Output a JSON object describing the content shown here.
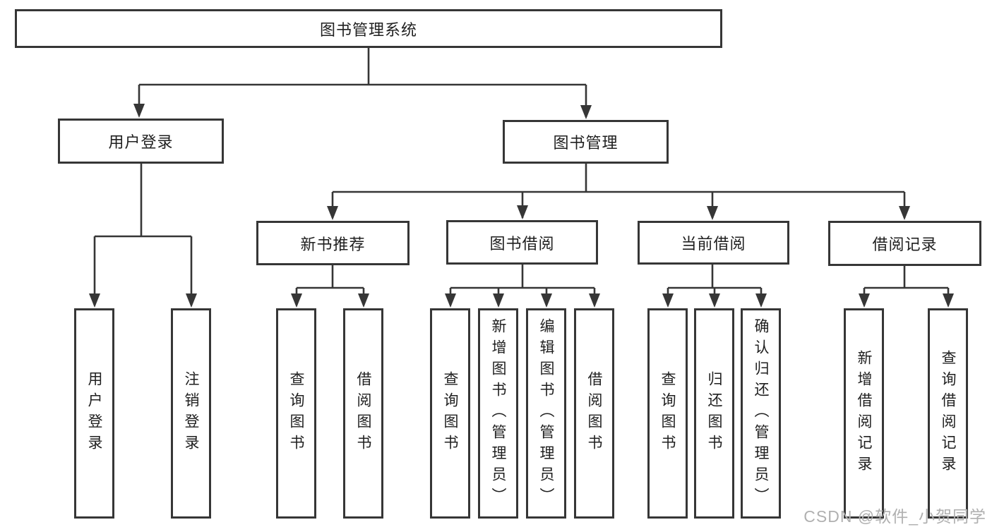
{
  "diagram": {
    "type": "tree",
    "root": {
      "label": "图书管理系统"
    },
    "level2": [
      {
        "id": "user-login",
        "label": "用户登录",
        "parent": "图书管理系统"
      },
      {
        "id": "book-management",
        "label": "图书管理",
        "parent": "图书管理系统"
      }
    ],
    "level3": [
      {
        "id": "new-book-recommend",
        "label": "新书推荐",
        "parent": "图书管理"
      },
      {
        "id": "book-borrowing",
        "label": "图书借阅",
        "parent": "图书管理"
      },
      {
        "id": "current-borrowing",
        "label": "当前借阅",
        "parent": "图书管理"
      },
      {
        "id": "borrowing-records",
        "label": "借阅记录",
        "parent": "图书管理"
      }
    ],
    "leaves": [
      {
        "label": "用户登录",
        "parent": "用户登录"
      },
      {
        "label": "注销登录",
        "parent": "用户登录"
      },
      {
        "label": "查询图书",
        "parent": "新书推荐"
      },
      {
        "label": "借阅图书",
        "parent": "新书推荐"
      },
      {
        "label": "查询图书",
        "parent": "图书借阅"
      },
      {
        "label": "新增图书（管理员）",
        "parent": "图书借阅"
      },
      {
        "label": "编辑图书（管理员）",
        "parent": "图书借阅"
      },
      {
        "label": "借阅图书",
        "parent": "图书借阅"
      },
      {
        "label": "查询图书",
        "parent": "当前借阅"
      },
      {
        "label": "归还图书",
        "parent": "当前借阅"
      },
      {
        "label": "确认归还（管理员）",
        "parent": "当前借阅"
      },
      {
        "label": "新增借阅记录",
        "parent": "借阅记录"
      },
      {
        "label": "查询借阅记录",
        "parent": "借阅记录"
      }
    ],
    "colors": {
      "line": "#363636",
      "text": "#1f1f1f",
      "box_background": "#ffffff",
      "page_background": "#ffffff",
      "watermark": "#b0b0b0"
    }
  },
  "watermark": {
    "text": "CSDN @软件_小贺同学"
  }
}
